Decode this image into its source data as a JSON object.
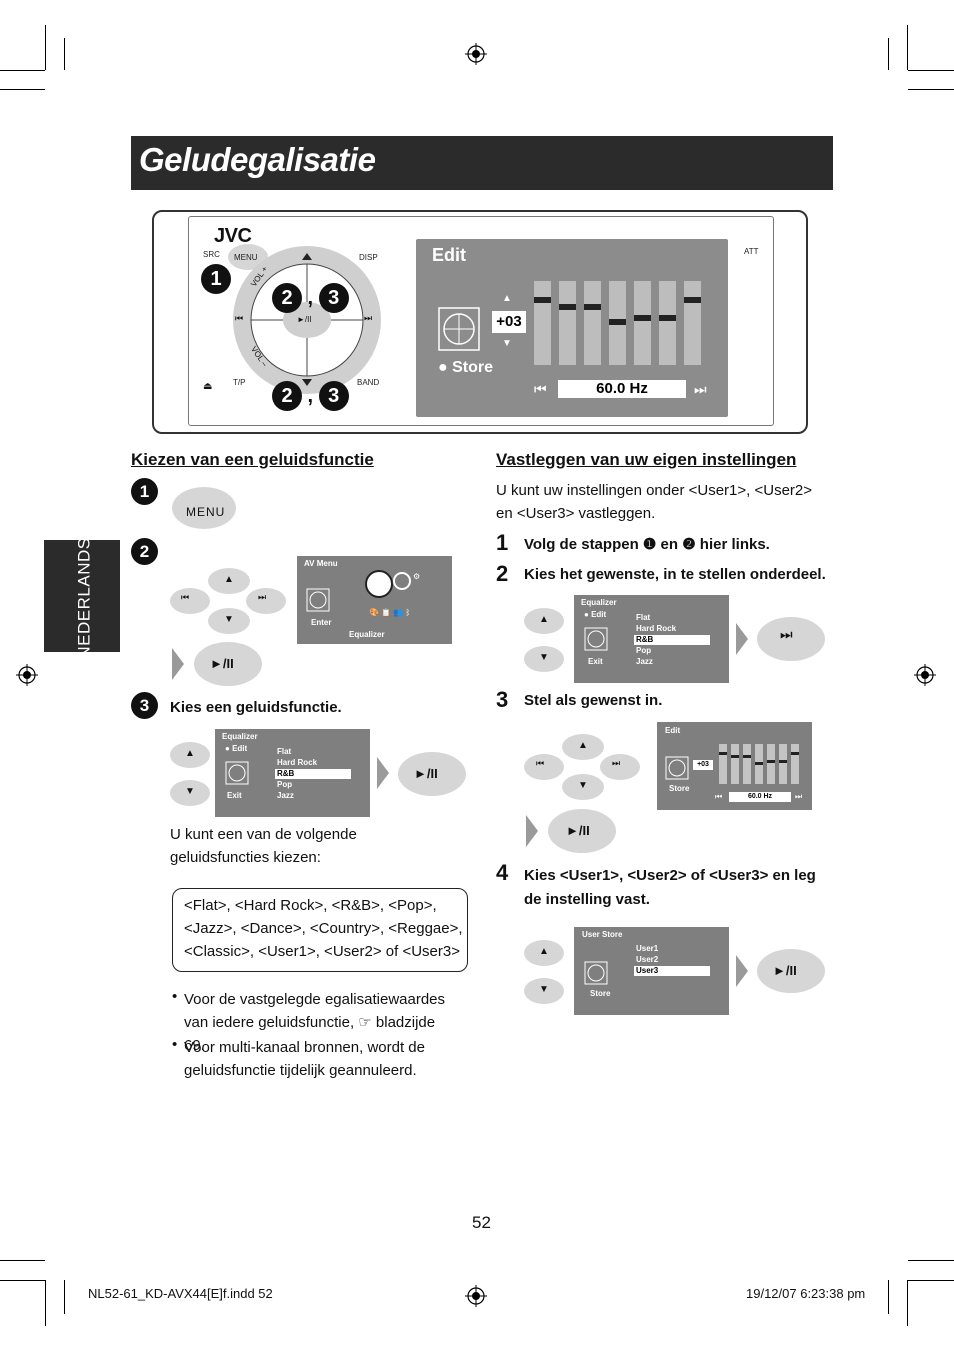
{
  "title": "Geludegalisatie",
  "device": {
    "brand": "JVC",
    "src": "SRC",
    "menu": "MENU",
    "disp": "DISP",
    "tp": "T/P",
    "band": "BAND",
    "vol_plus": "VOL +",
    "vol_minus": "VOL –",
    "att": "ATT",
    "screen_title": "Edit",
    "screen_value": "+03",
    "screen_store": "Store",
    "screen_freq": "60.0 Hz",
    "callout_1": "1",
    "callout_23a": "2 , 3",
    "callout_23b": "2 , 3"
  },
  "left": {
    "heading": "Kiezen van een geluidsfunctie",
    "step1_num": "1",
    "menu_button": "MENU",
    "step2_num": "2",
    "avmenu": {
      "title": "AV Menu",
      "enter": "Enter",
      "equalizer": "Equalizer"
    },
    "step3_num": "3",
    "step3_text": "Kies een geluidsfunctie.",
    "eq_list": {
      "title": "Equalizer",
      "edit": "Edit",
      "exit": "Exit",
      "items": [
        "Flat",
        "Hard Rock",
        "R&B",
        "Pop",
        "Jazz"
      ]
    },
    "info_text": "U kunt een van de volgende geluidsfuncties kiezen:",
    "box_text": "<Flat>, <Hard Rock>, <R&B>, <Pop>, <Jazz>, <Dance>, <Country>, <Reggae>, <Classic>, <User1>, <User2> of <User3>",
    "bullet1": "Voor de vastgelegde egalisatiewaardes van iedere geluidsfunctie, ☞ bladzijde 69.",
    "bullet2": "Voor multi-kanaal bronnen, wordt de geluidsfunctie tijdelijk geannuleerd."
  },
  "right": {
    "heading": "Vastleggen van uw eigen instellingen",
    "intro": "U kunt uw instellingen onder <User1>, <User2> en <User3> vastleggen.",
    "step1_num": "1",
    "step1_text": "Volg de stappen ❶ en ❷ hier links.",
    "step2_num": "2",
    "step2_text": "Kies het gewenste, in te stellen onderdeel.",
    "step3_num": "3",
    "step3_text": "Stel als gewenst in.",
    "step4_num": "4",
    "step4_text": "Kies <User1>, <User2> of <User3> en leg de instelling vast.",
    "edit_screen": {
      "title": "Edit",
      "value": "+03",
      "store": "Store",
      "freq": "60.0 Hz"
    },
    "user_store": {
      "title": "User Store",
      "store": "Store",
      "items": [
        "User1",
        "User2",
        "User3"
      ]
    }
  },
  "side_tab": "NEDERLANDS",
  "page_number": "52",
  "footer_left": "NL52-61_KD-AVX44[E]f.indd   52",
  "footer_right": "19/12/07   6:23:38 pm",
  "play_label": "►/II"
}
